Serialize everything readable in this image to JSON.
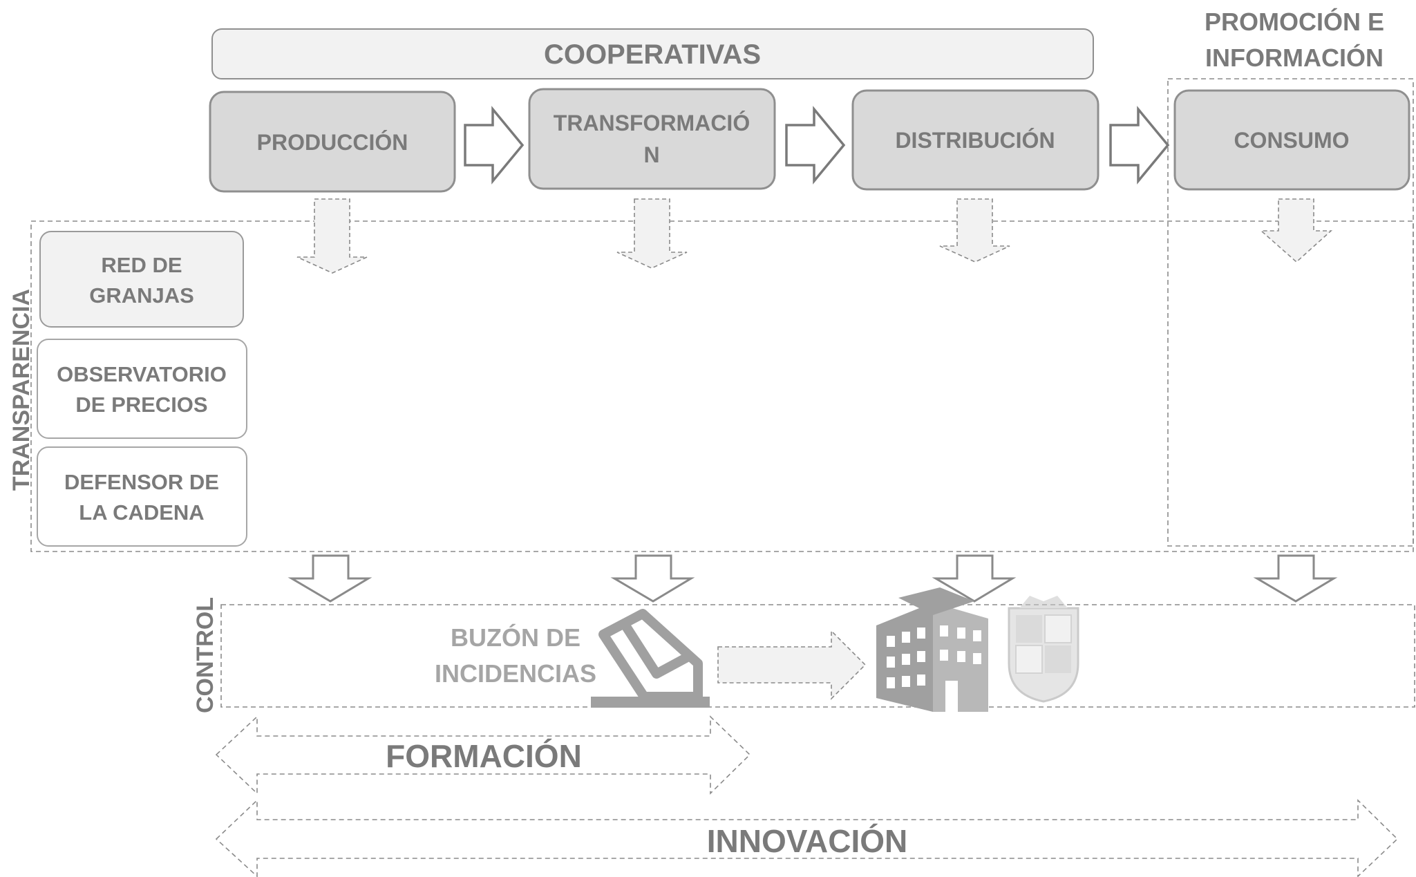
{
  "header": {
    "cooperativas": "COOPERATIVAS",
    "promocion_line1": "PROMOCIÓN E",
    "promocion_line2": "INFORMACIÓN"
  },
  "stages": [
    {
      "lines": [
        "PRODUCCIÓN"
      ]
    },
    {
      "lines": [
        "TRANSFORMACIÓ",
        "N"
      ]
    },
    {
      "lines": [
        "DISTRIBUCIÓN"
      ]
    },
    {
      "lines": [
        "CONSUMO"
      ]
    }
  ],
  "transparencia": {
    "label": "TRANSPARENCIA",
    "items": [
      {
        "lines": [
          "RED DE",
          "GRANJAS"
        ]
      },
      {
        "lines": [
          "OBSERVATORIO",
          "DE PRECIOS"
        ]
      },
      {
        "lines": [
          "DEFENSOR DE",
          "LA CADENA"
        ]
      }
    ]
  },
  "control": {
    "label": "CONTROL",
    "buzon_line1": "BUZÓN DE",
    "buzon_line2": "INCIDENCIAS",
    "mailbox_icon": "ballot-box-icon",
    "building_icon": "government-building-icon",
    "crest_icon": "coat-of-arms-icon"
  },
  "formacion": "FORMACIÓN",
  "innovacion": "INNOVACIÓN",
  "colors": {
    "box_fill": "#d9d9d9",
    "text": "#7a7a7a",
    "light_text": "#a5a5a5"
  }
}
